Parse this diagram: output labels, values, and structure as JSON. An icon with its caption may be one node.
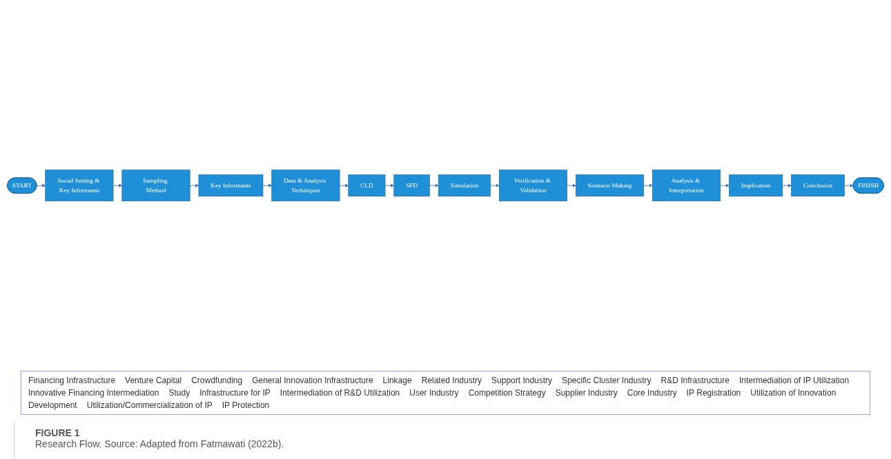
{
  "diagram": {
    "title": "FIGURE 1",
    "caption": "Research Flow. Source: Adapted from Fatmawati (2022b).",
    "nodes": [
      {
        "text": [
          "START"
        ]
      },
      {
        "text": [
          "Social Setting & Key Informants"
        ]
      },
      {
        "text": [
          "Sampling Method"
        ]
      },
      {
        "text": [
          "Key Informants"
        ]
      },
      {
        "text": [
          "Data & Analysis Techniques"
        ]
      },
      {
        "text": [
          "CLD"
        ]
      },
      {
        "text": [
          "SFD"
        ]
      },
      {
        "text": [
          "Simulation"
        ]
      },
      {
        "text": [
          "Verification & Validation"
        ]
      },
      {
        "text": [
          "Scenario Making"
        ]
      },
      {
        "text": [
          "Analysis & Interpretation"
        ]
      },
      {
        "text": [
          "Implication"
        ]
      },
      {
        "text": [
          "Conclusion"
        ]
      },
      {
        "text": [
          "FINISH"
        ]
      }
    ],
    "edges": [
      {
        "from": 0,
        "to": 1,
        "arrow": "to"
      },
      {
        "from": 1,
        "to": 2,
        "arrow": "to"
      },
      {
        "from": 2,
        "to": 3,
        "arrow": "to"
      },
      {
        "from": 3,
        "to": 4,
        "arrow": "to"
      },
      {
        "from": 4,
        "to": 5,
        "arrow": "to"
      },
      {
        "from": 5,
        "to": 6,
        "arrow": "to"
      },
      {
        "from": 6,
        "to": 7,
        "arrow": "to"
      },
      {
        "from": 7,
        "to": 8,
        "arrow": "to"
      },
      {
        "from": 8,
        "to": 9,
        "arrow": "to"
      },
      {
        "from": 9,
        "to": 10,
        "arrow": "to"
      },
      {
        "from": 10,
        "to": 11,
        "arrow": "to"
      },
      {
        "from": 11,
        "to": 12,
        "arrow": "to"
      },
      {
        "from": 12,
        "to": 13,
        "arrow": "to"
      }
    ],
    "labels": [
      "Financing Infrastructure",
      "Venture Capital",
      "Crowdfunding",
      "General Innovation Infrastructure",
      "Linkage",
      "Related Industry",
      "Support Industry",
      "Specific Cluster Industry",
      "R&D Infrastructure",
      "Intermediation of IP Utilization",
      "Innovative Financing Intermediation",
      "Study",
      "Infrastructure for IP",
      "Intermediation of R&D Utilization",
      "User Industry",
      "Competition Strategy",
      "Supplier Industry",
      "Core Industry",
      "IP Registration",
      "Utilization of Innovation",
      "Development",
      "Utilization/Commercialization of IP",
      "IP Protection"
    ]
  }
}
